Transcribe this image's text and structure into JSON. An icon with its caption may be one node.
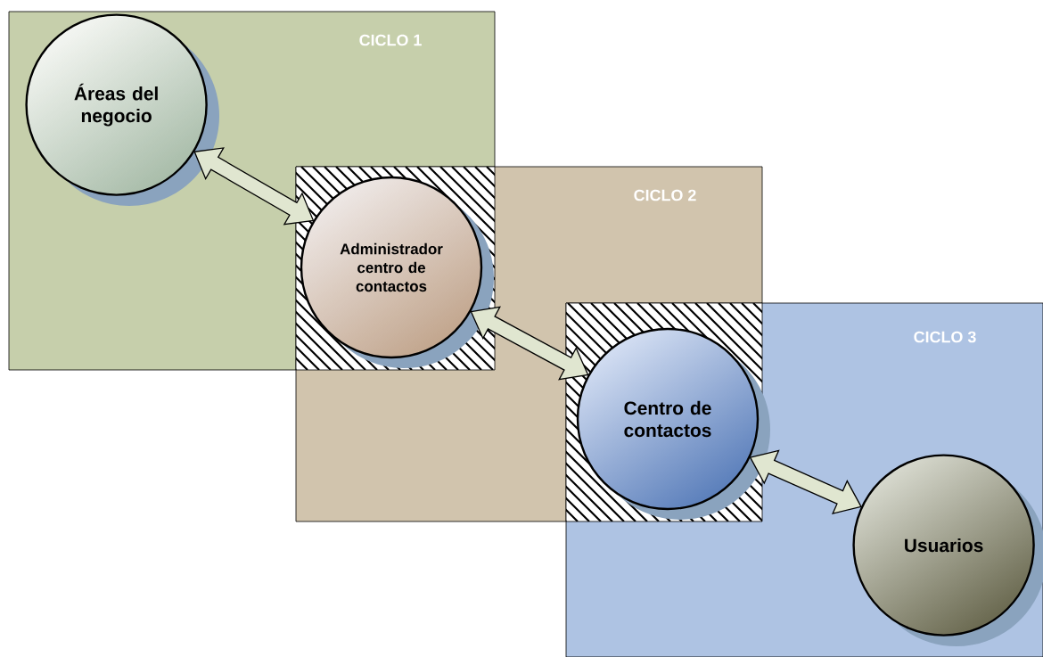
{
  "diagram": {
    "nodes": [
      {
        "text": [
          "CICLO 1"
        ]
      },
      {
        "text": [
          "Áreas del negocio"
        ],
        "in": 0
      },
      {
        "text": [
          "CICLO 2"
        ]
      },
      {
        "text": [
          "Administrador centro de contactos"
        ]
      },
      {
        "text": [
          "CICLO 3"
        ]
      },
      {
        "text": [
          "Centro de contactos"
        ]
      },
      {
        "text": [
          "Usuarios"
        ],
        "in": 4
      }
    ],
    "edges": [
      {
        "from": 1,
        "to": 3,
        "arrow": "both"
      },
      {
        "from": 3,
        "to": 5,
        "arrow": "both"
      },
      {
        "from": 5,
        "to": 6,
        "arrow": "both"
      }
    ]
  }
}
